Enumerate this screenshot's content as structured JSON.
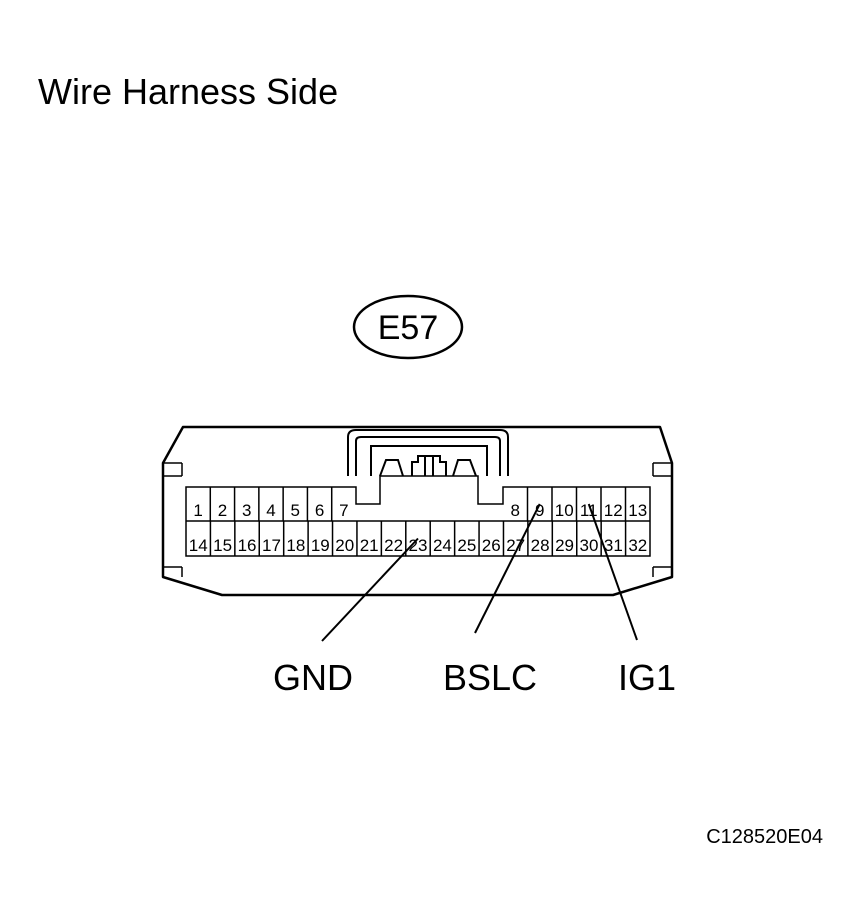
{
  "title": "Wire Harness Side",
  "connector_id": "E57",
  "pins": {
    "upper_left": [
      "1",
      "2",
      "3",
      "4",
      "5",
      "6",
      "7"
    ],
    "upper_right": [
      "8",
      "9",
      "10",
      "11",
      "12",
      "13"
    ],
    "lower": [
      "14",
      "15",
      "16",
      "17",
      "18",
      "19",
      "20",
      "21",
      "22",
      "23",
      "24",
      "25",
      "26",
      "27",
      "28",
      "29",
      "30",
      "31",
      "32"
    ]
  },
  "labels": [
    {
      "text": "GND",
      "pin": "23"
    },
    {
      "text": "BSLC",
      "pin": "9"
    },
    {
      "text": "IG1",
      "pin": "11"
    }
  ],
  "figure_code": "C128520E04"
}
